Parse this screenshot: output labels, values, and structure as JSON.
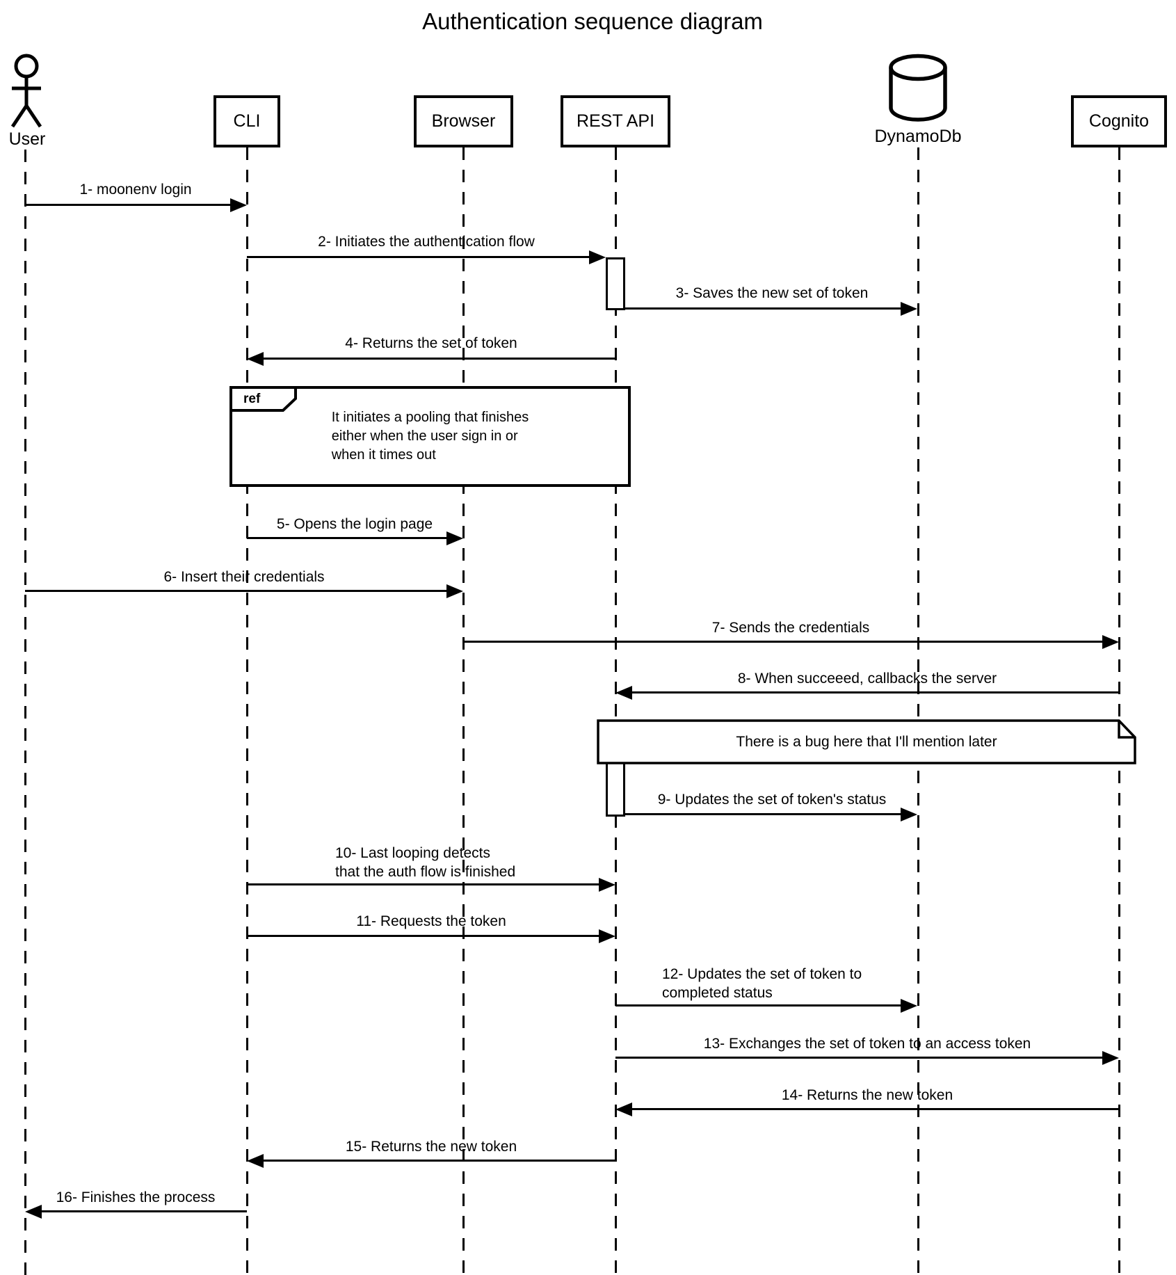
{
  "title": "Authentication sequence diagram",
  "participants": [
    {
      "name": "User",
      "kind": "actor"
    },
    {
      "name": "CLI",
      "kind": "component"
    },
    {
      "name": "Browser",
      "kind": "component"
    },
    {
      "name": "REST API",
      "kind": "component"
    },
    {
      "name": "DynamoDb",
      "kind": "database"
    },
    {
      "name": "Cognito",
      "kind": "component"
    }
  ],
  "messages": [
    {
      "from": "User",
      "to": "CLI",
      "lines": [
        "1- moonenv login"
      ]
    },
    {
      "from": "CLI",
      "to": "REST API",
      "lines": [
        "2- Initiates the authentication flow"
      ]
    },
    {
      "from": "REST API",
      "to": "DynamoDb",
      "lines": [
        "3- Saves the new set of token"
      ]
    },
    {
      "from": "REST API",
      "to": "CLI",
      "lines": [
        "4- Returns the set of token"
      ]
    },
    {
      "from": "CLI",
      "to": "Browser",
      "lines": [
        "5- Opens the login page"
      ]
    },
    {
      "from": "User",
      "to": "Browser",
      "lines": [
        "6- Insert their credentials"
      ]
    },
    {
      "from": "Browser",
      "to": "Cognito",
      "lines": [
        "7- Sends the credentials"
      ]
    },
    {
      "from": "Cognito",
      "to": "REST API",
      "lines": [
        "8- When succeeed, callbacks the server"
      ]
    },
    {
      "from": "REST API",
      "to": "DynamoDb",
      "lines": [
        "9- Updates the set of token's status"
      ]
    },
    {
      "from": "CLI",
      "to": "REST API",
      "lines": [
        "10- Last looping detects",
        "that the auth flow is finished"
      ]
    },
    {
      "from": "CLI",
      "to": "REST API",
      "lines": [
        "11- Requests the token"
      ]
    },
    {
      "from": "REST API",
      "to": "DynamoDb",
      "lines": [
        "12- Updates the set of token to",
        "completed status"
      ]
    },
    {
      "from": "REST API",
      "to": "Cognito",
      "lines": [
        "13- Exchanges the set of token to an access token"
      ]
    },
    {
      "from": "Cognito",
      "to": "REST API",
      "lines": [
        "14- Returns the new token"
      ]
    },
    {
      "from": "REST API",
      "to": "CLI",
      "lines": [
        "15- Returns the new token"
      ]
    },
    {
      "from": "CLI",
      "to": "User",
      "lines": [
        "16- Finishes the process"
      ]
    }
  ],
  "ref_fragment": {
    "tag": "ref",
    "lines": [
      "It initiates a pooling that finishes",
      "either when the user sign in or",
      "when it times out"
    ]
  },
  "note": {
    "text": "There is a bug here that I'll mention later"
  },
  "colors": {
    "line": "#000000",
    "background": "#ffffff",
    "shape_fill": "#ffffff"
  }
}
